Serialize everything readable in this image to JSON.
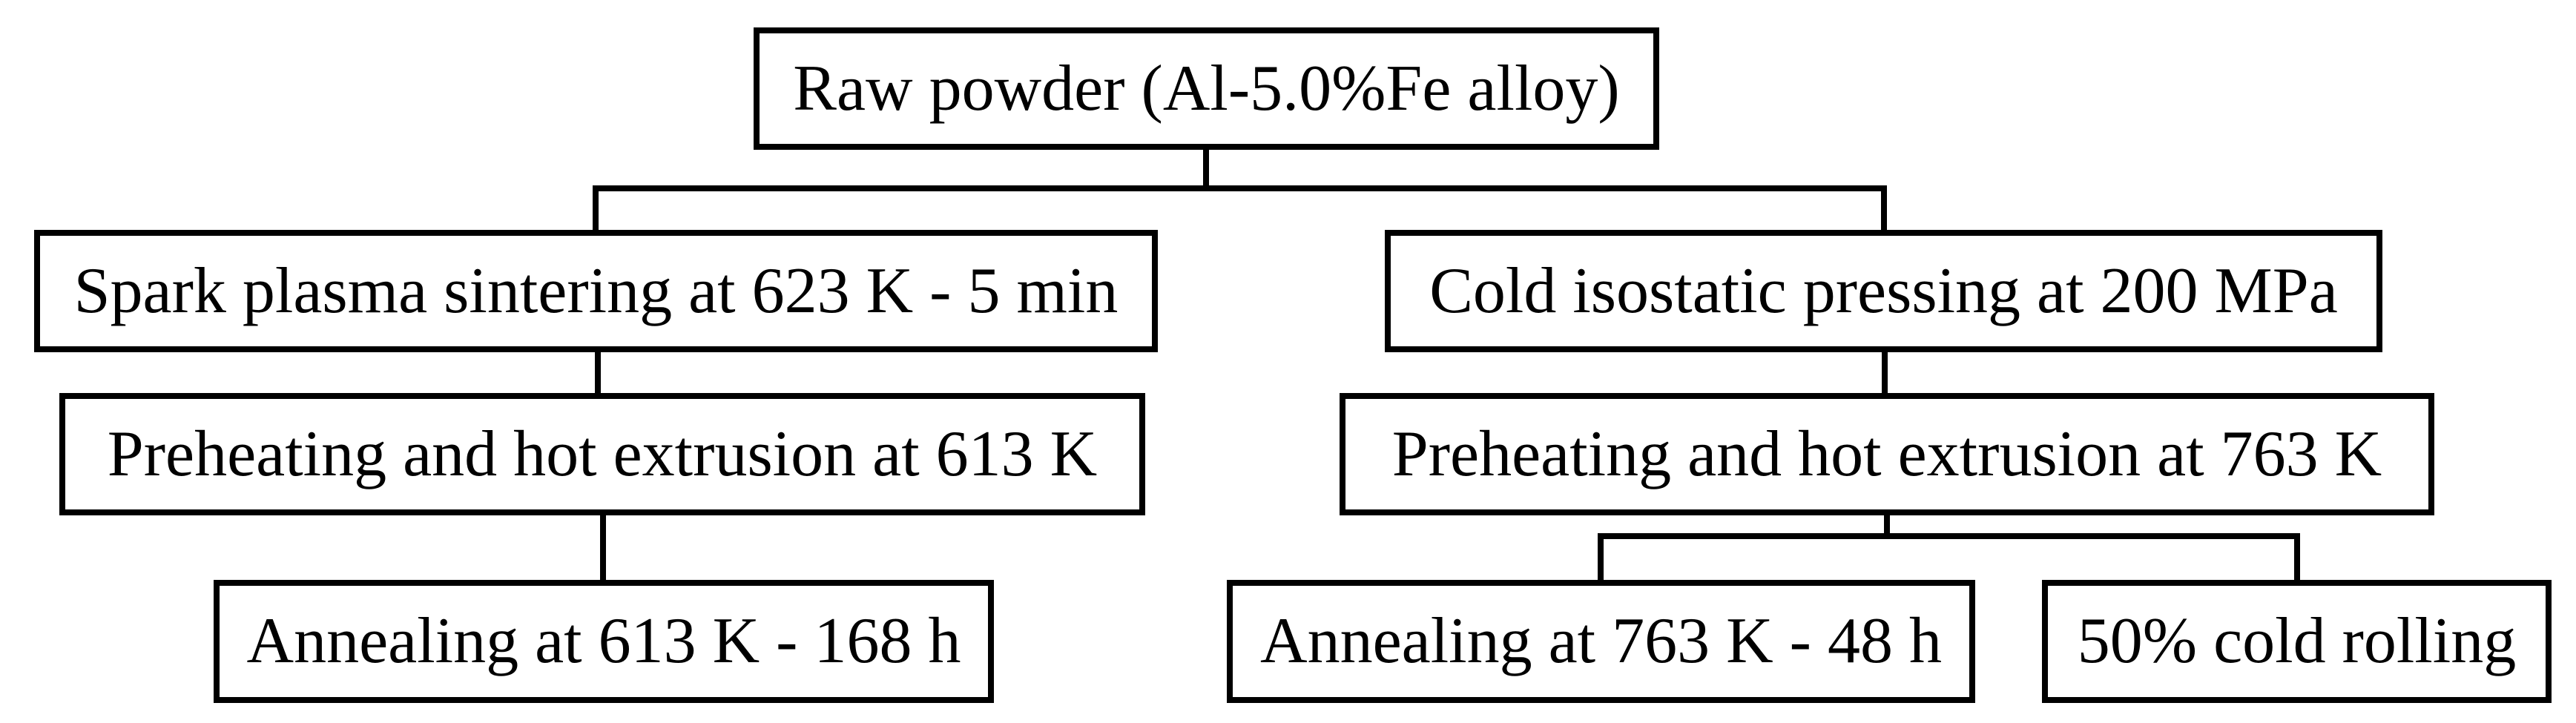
{
  "figure": {
    "type": "flowchart",
    "colors": {
      "background": "#ffffff",
      "box_fill": "#ffffff",
      "line": "#000000",
      "text": "#000000"
    },
    "nodes": [
      {
        "id": "raw",
        "label": "Raw powder (Al-5.0%Fe alloy)"
      },
      {
        "id": "sps",
        "label": "Spark plasma sintering at 623 K - 5 min"
      },
      {
        "id": "cip",
        "label": "Cold isostatic pressing at 200 MPa"
      },
      {
        "id": "ext613",
        "label": "Preheating and hot extrusion at 613 K"
      },
      {
        "id": "ext763",
        "label": "Preheating and hot extrusion at 763 K"
      },
      {
        "id": "ann613",
        "label": "Annealing at 613 K - 168 h"
      },
      {
        "id": "ann763",
        "label": "Annealing at 763 K - 48 h"
      },
      {
        "id": "roll",
        "label": "50% cold rolling"
      }
    ],
    "edges": [
      {
        "from": "raw",
        "to": "sps"
      },
      {
        "from": "raw",
        "to": "cip"
      },
      {
        "from": "sps",
        "to": "ext613"
      },
      {
        "from": "ext613",
        "to": "ann613"
      },
      {
        "from": "cip",
        "to": "ext763"
      },
      {
        "from": "ext763",
        "to": "ann763"
      },
      {
        "from": "ext763",
        "to": "roll"
      }
    ]
  }
}
